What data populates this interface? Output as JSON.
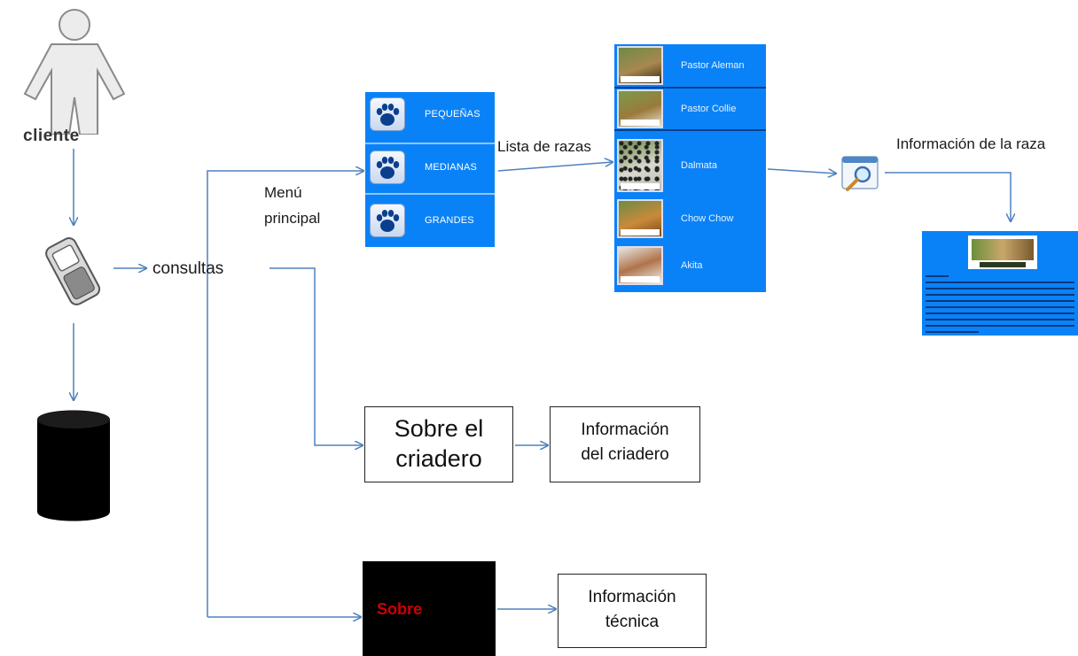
{
  "actor": {
    "label": "cliente"
  },
  "flow": {
    "consultas": "consultas",
    "menu_principal_line1": "Menú",
    "menu_principal_line2": "principal",
    "lista_de_razas": "Lista de razas",
    "informacion_raza": "Información de la raza"
  },
  "menu": {
    "items": [
      {
        "label": "PEQUEÑAS"
      },
      {
        "label": "MEDIANAS"
      },
      {
        "label": "GRANDES"
      }
    ]
  },
  "breeds": {
    "items": [
      {
        "label": "Pastor Aleman",
        "thumb_color": "#a8884f"
      },
      {
        "label": "Pastor Collie",
        "thumb_color": "#9a7a3c"
      },
      {
        "label": "Dalmata",
        "thumb_color": "#d9d9d0"
      },
      {
        "label": "Chow Chow",
        "thumb_color": "#c98a3a"
      },
      {
        "label": "Akita",
        "thumb_color": "#b0734b"
      }
    ]
  },
  "boxes": {
    "sobre_criadero_line1": "Sobre el",
    "sobre_criadero_line2": "criadero",
    "info_criadero_line1": "Información",
    "info_criadero_line2": "del criadero",
    "sobre": "Sobre",
    "info_tecnica_line1": "Información",
    "info_tecnica_line2": "técnica"
  },
  "colors": {
    "panel_blue": "#0a82f7",
    "arrow_blue": "#4f81bd",
    "sobre_red": "#d00000"
  },
  "icons": {
    "person": "person-outline-icon",
    "phone": "mobile-phone-icon",
    "database": "database-cylinder-icon",
    "paw": "paw-print-icon",
    "search": "magnifier-window-icon"
  }
}
